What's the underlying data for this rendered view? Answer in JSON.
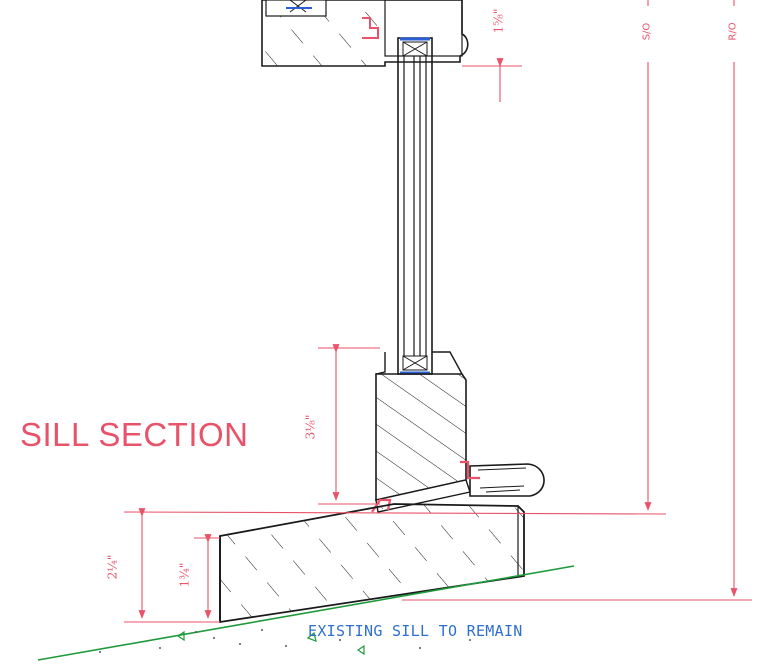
{
  "title": "SILL SECTION",
  "note": "EXISTING SILL TO REMAIN",
  "dimensions": {
    "top_gap": "1⅝\"",
    "sill_height": "3⅛\"",
    "overall": "2¼\"",
    "inner": "1¾\""
  },
  "openings": {
    "sash_opening": "S/O",
    "rough_opening": "R/O"
  },
  "colors": {
    "line": "#1a1a1a",
    "dimension": "#e8536a",
    "glazing_bead": "#2a5fd6",
    "grade": "#1f9a3a",
    "note": "#2f6fd0"
  }
}
